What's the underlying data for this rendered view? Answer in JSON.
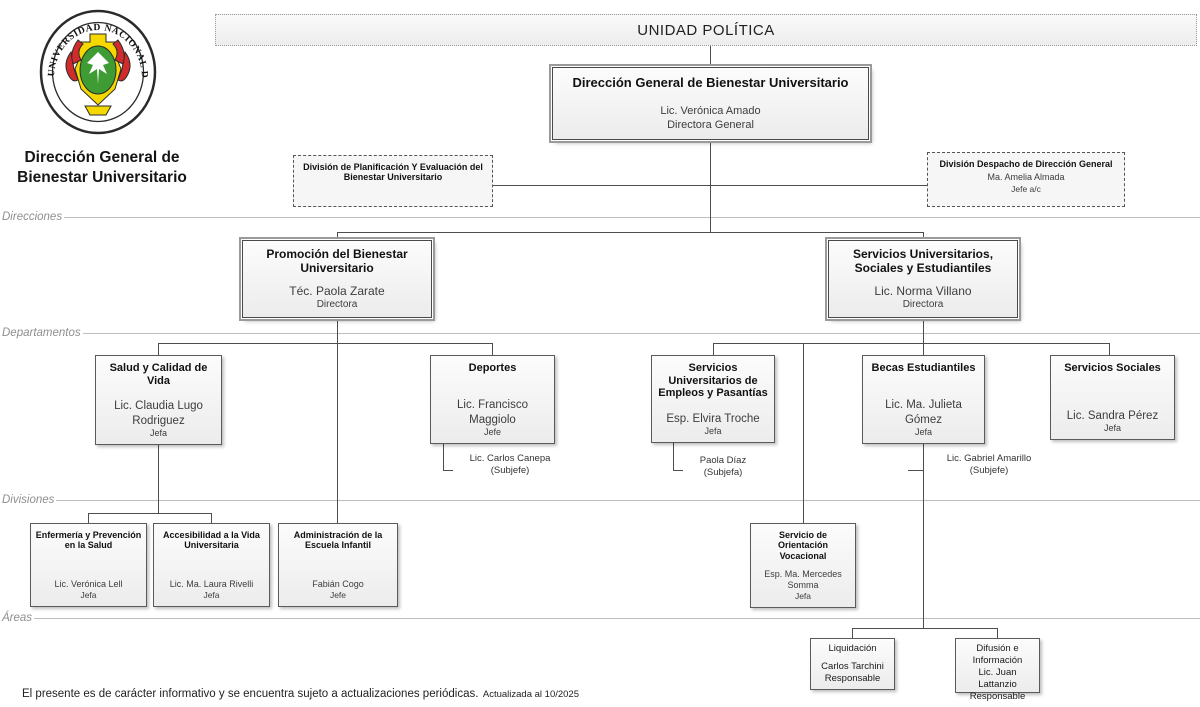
{
  "banner": {
    "label": "UNIDAD POLÍTICA"
  },
  "sidebar": {
    "logo_text": "UNIVERSIDAD NACIONAL DE LUJÁN",
    "org_title_line1": "Dirección General de",
    "org_title_line2": "Bienestar Universitario"
  },
  "row_labels": [
    "Direcciones",
    "Departamentos",
    "Divisiones",
    "Áreas"
  ],
  "nodes": {
    "dg": {
      "title": "Dirección General de Bienestar Universitario",
      "person": "Lic. Verónica Amado",
      "role": "Directora General"
    },
    "planificacion": {
      "title": "División de Planificación Y Evaluación del Bienestar Universitario"
    },
    "despacho": {
      "title": "División Despacho de Dirección General",
      "person": "Ma. Amelia Almada",
      "role": "Jefe a/c"
    },
    "promocion": {
      "title": "Promoción del Bienestar Universitario",
      "person": "Téc. Paola Zarate",
      "role": "Directora"
    },
    "servicios": {
      "title": "Servicios Universitarios, Sociales y Estudiantiles",
      "person": "Lic. Norma Villano",
      "role": "Directora"
    },
    "salud": {
      "title": "Salud y Calidad de Vida",
      "person": "Lic. Claudia Lugo Rodriguez",
      "role": "Jefa"
    },
    "deportes": {
      "title": "Deportes",
      "person": "Lic. Francisco Maggiolo",
      "role": "Jefe"
    },
    "empleos": {
      "title": "Servicios Universitarios de Empleos y Pasantías",
      "person": "Esp. Elvira Troche",
      "role": "Jefa"
    },
    "becas": {
      "title": "Becas Estudiantiles",
      "person": "Lic. Ma. Julieta Gómez",
      "role": "Jefa"
    },
    "sociales": {
      "title": "Servicios Sociales",
      "person": "Lic. Sandra Pérez",
      "role": "Jefa"
    },
    "enfermeria": {
      "title": "Enfermería y Prevención en la Salud",
      "person": "Lic. Verónica Lell",
      "role": "Jefa"
    },
    "accesibilidad": {
      "title": "Accesibilidad a la Vida Universitaria",
      "person": "Lic. Ma. Laura Rivelli",
      "role": "Jefa"
    },
    "escuela": {
      "title": "Administración de la Escuela Infantil",
      "person": "Fabián Cogo",
      "role": "Jefe"
    },
    "orientacion": {
      "title": "Servicio de Orientación Vocacional",
      "person": "Esp. Ma. Mercedes Somma",
      "role": "Jefa"
    },
    "liquidacion": {
      "title": "Liquidación",
      "person": "Carlos Tarchini",
      "role": "Responsable"
    },
    "difusion": {
      "title": "Difusión e Información",
      "person": "Lic. Juan Lattanzio",
      "role": "Responsable"
    }
  },
  "subjefes": {
    "canepa": {
      "person": "Lic. Carlos Canepa",
      "role": "(Subjefe)"
    },
    "diaz": {
      "person": "Paola Díaz",
      "role": "(Subjefa)"
    },
    "amarillo": {
      "person": "Lic. Gabriel Amarillo",
      "role": "(Subjefe)"
    }
  },
  "footer": {
    "main": "El presente es de carácter informativo y se encuentra sujeto a actualizaciones periódicas.",
    "date": "Actualizada al 10/2025"
  },
  "colors": {
    "crest_yellow": "#f5d800",
    "crest_red": "#d22b2b",
    "crest_green": "#3f9c35",
    "connector": "#4d4d4d",
    "tier_line": "#bdbdbd"
  }
}
